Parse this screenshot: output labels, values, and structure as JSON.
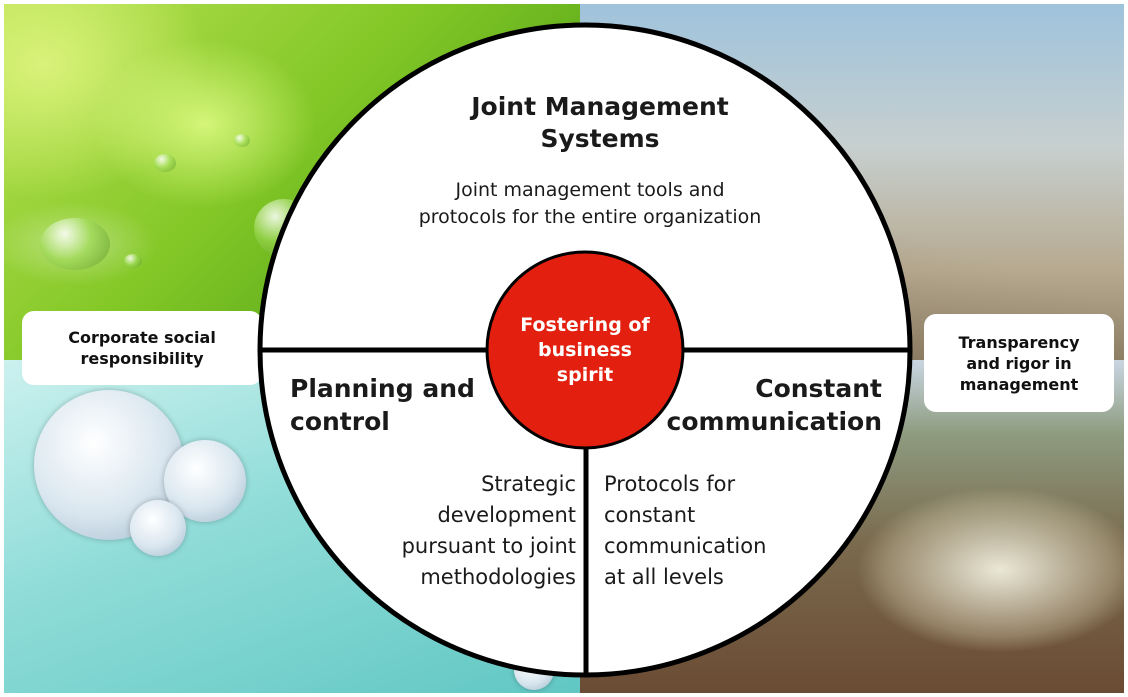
{
  "center": {
    "lines": [
      "Fostering of",
      "business",
      "spirit"
    ]
  },
  "segments": {
    "top": {
      "title_lines": [
        "Joint Management",
        "Systems"
      ],
      "desc_lines": [
        "Joint management tools and",
        "protocols for the entire organization"
      ]
    },
    "left": {
      "title_lines": [
        "Planning and",
        "control"
      ],
      "desc_lines": [
        "Strategic",
        "development",
        "pursuant to joint",
        "methodologies"
      ]
    },
    "right": {
      "title_lines": [
        "Constant",
        "communication"
      ],
      "desc_lines": [
        "Protocols for",
        "constant",
        "communication",
        "at all levels"
      ]
    }
  },
  "side_labels": {
    "left": [
      "Corporate social",
      "responsibility"
    ],
    "right": [
      "Transparency",
      "and rigor in",
      "management"
    ]
  },
  "colors": {
    "center_fill": "#e3200f",
    "circle_stroke": "#000000",
    "circle_fill": "#ffffff"
  }
}
